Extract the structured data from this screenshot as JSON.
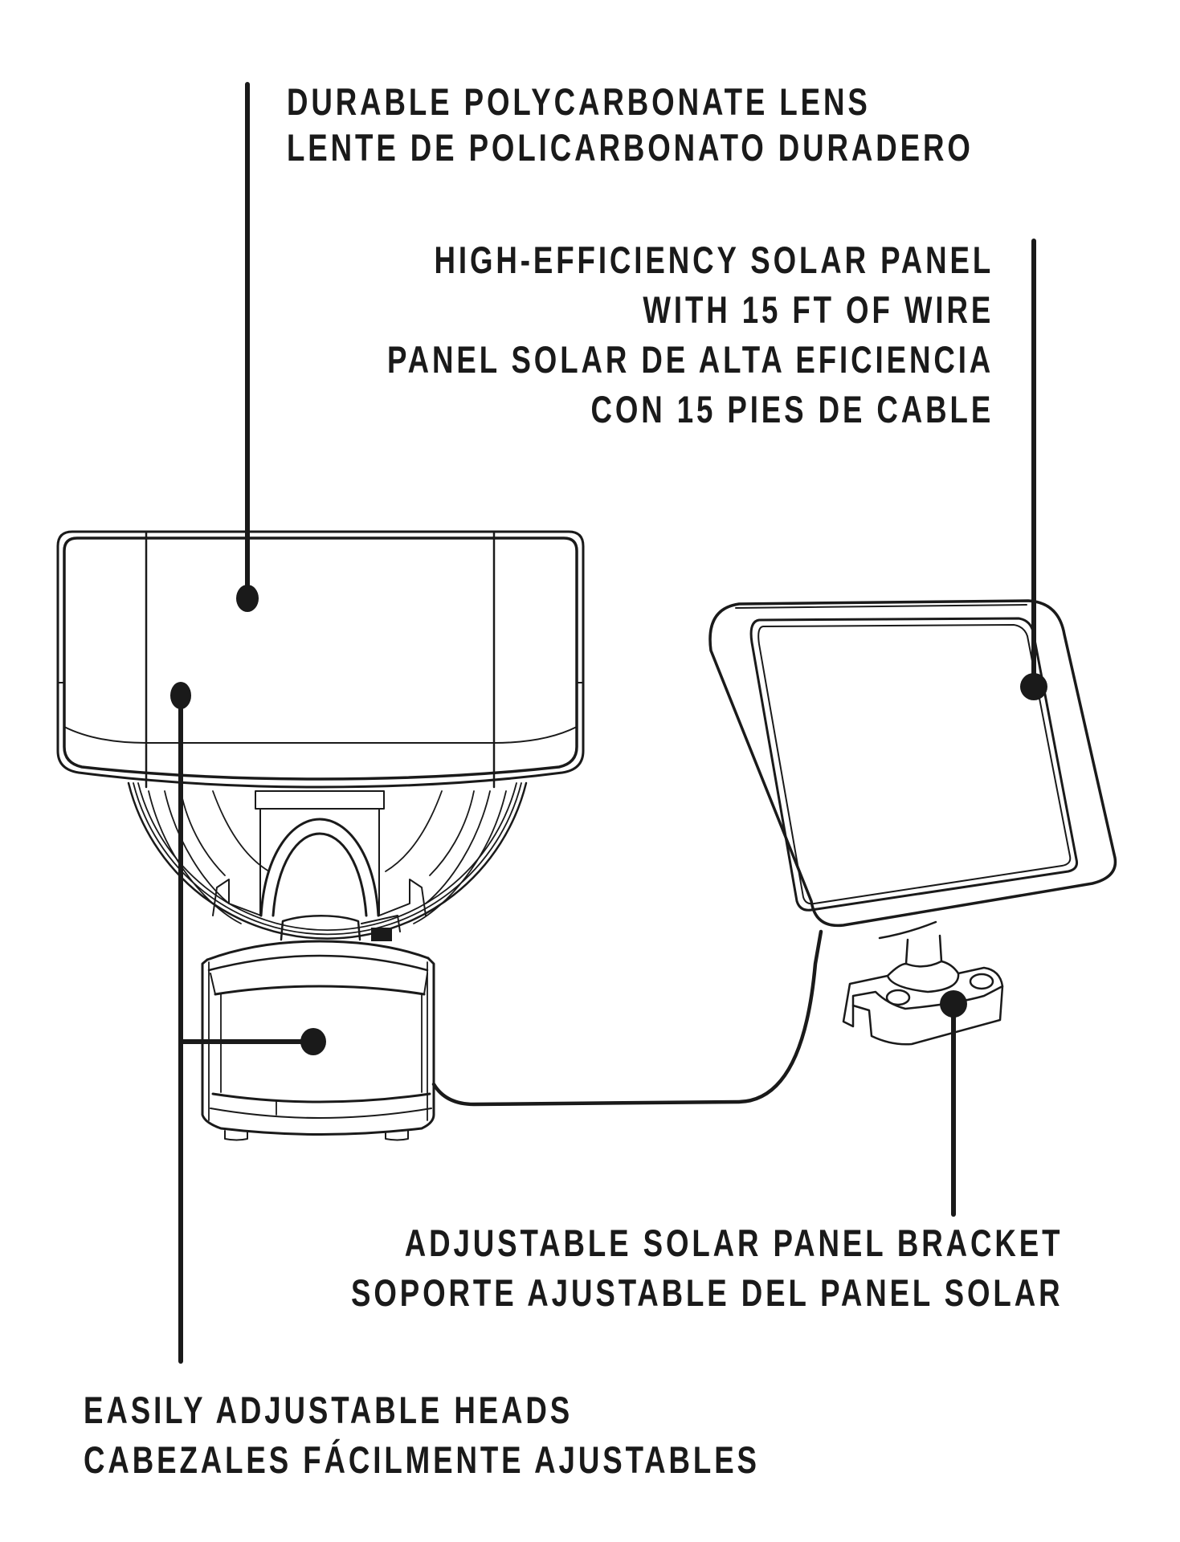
{
  "callouts": {
    "lens": {
      "en": "DURABLE POLYCARBONATE LENS",
      "es": "LENTE DE POLICARBONATO DURADERO"
    },
    "solar_panel": {
      "en_line1": "HIGH-EFFICIENCY SOLAR PANEL",
      "en_line2": "WITH 15 FT OF WIRE",
      "es_line1": "PANEL SOLAR DE ALTA EFICIENCIA",
      "es_line2": "CON 15 PIES DE CABLE"
    },
    "bracket": {
      "en": "ADJUSTABLE SOLAR PANEL BRACKET",
      "es": "SOPORTE AJUSTABLE DEL PANEL SOLAR"
    },
    "heads": {
      "en": "EASILY ADJUSTABLE HEADS",
      "es": "CABEZALES FÁCILMENTE AJUSTABLES"
    }
  },
  "colors": {
    "ink": "#1a1a1a",
    "background": "#ffffff"
  }
}
